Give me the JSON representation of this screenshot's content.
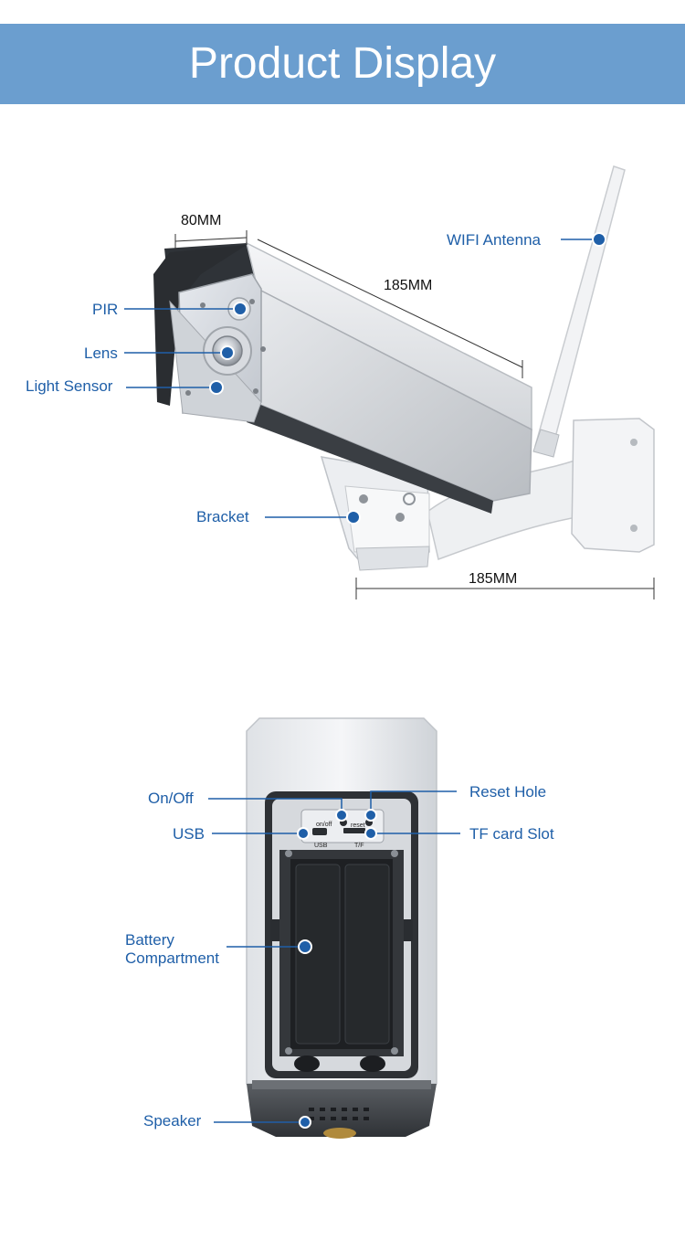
{
  "header": {
    "title": "Product Display"
  },
  "top_view": {
    "dimensions": {
      "width": "80MM",
      "length": "185MM",
      "bracket_length": "185MM"
    },
    "labels": {
      "wifi_antenna": "WIFI Antenna",
      "pir": "PIR",
      "lens": "Lens",
      "light_sensor": "Light Sensor",
      "bracket": "Bracket"
    }
  },
  "bottom_view": {
    "labels": {
      "on_off": "On/Off",
      "reset_hole": "Reset Hole",
      "usb": "USB",
      "tf_card_slot": "TF card Slot",
      "battery_line1": "Battery",
      "battery_line2": "Compartment",
      "speaker": "Speaker"
    },
    "panel_markings": {
      "on_off": "on/off",
      "reset": "reset",
      "usb": "USB",
      "tf": "T/F"
    }
  },
  "colors": {
    "banner": "#6b9ecf",
    "label": "#1f5fa8",
    "marker": "#1f5fa8"
  }
}
